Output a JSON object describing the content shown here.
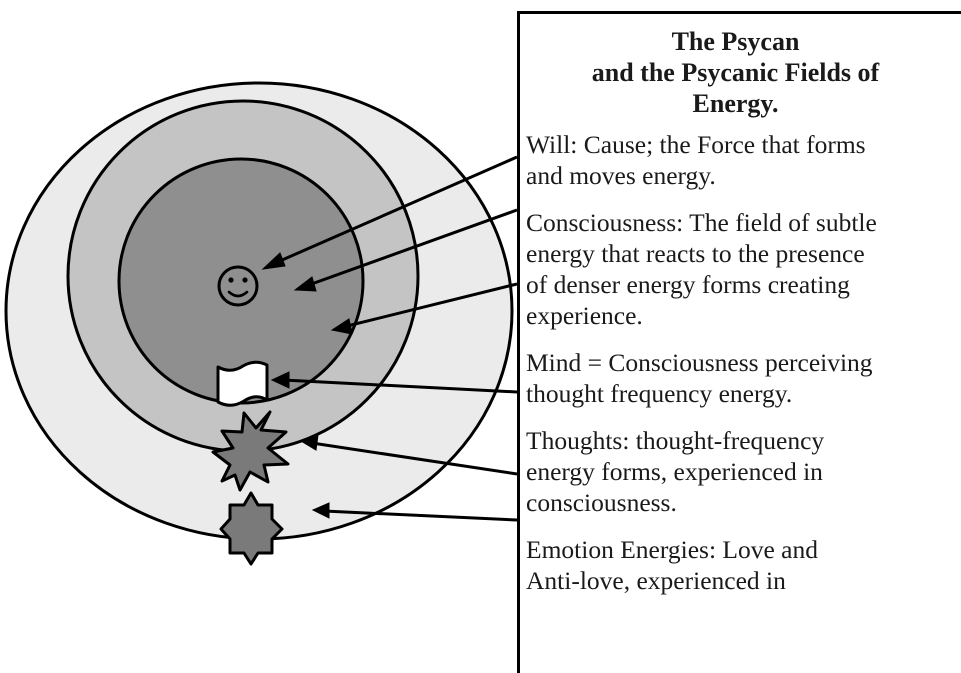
{
  "panel": {
    "title_lines": [
      "The Psycan",
      "and the Psycanic Fields of",
      "Energy."
    ],
    "entries": [
      {
        "id": "will",
        "lines": [
          "Will: Cause; the Force that forms",
          "and moves energy."
        ]
      },
      {
        "id": "consciousness",
        "lines": [
          "Consciousness: The field of subtle",
          "energy that reacts to the presence",
          "of denser energy forms creating",
          "experience."
        ]
      },
      {
        "id": "mind",
        "lines": [
          "Mind = Consciousness perceiving",
          "thought frequency energy."
        ]
      },
      {
        "id": "thoughts",
        "lines": [
          "Thoughts: thought-frequency",
          "energy forms, experienced in",
          "consciousness."
        ]
      },
      {
        "id": "emotion",
        "lines": [
          "Emotion Energies: Love and",
          "Anti-love, experienced in"
        ]
      }
    ]
  },
  "diagram": {
    "rings": [
      {
        "name": "outer-emotion-field",
        "fill": "#ebebeb"
      },
      {
        "name": "middle-thought-field",
        "fill": "#c4c4c4"
      },
      {
        "name": "inner-consciousness-field",
        "fill": "#8f8f8f"
      }
    ],
    "icons": [
      "smiley-face-icon",
      "wavy-flag-icon",
      "explosion-star-icon",
      "eight-point-star-icon"
    ],
    "colors": {
      "stroke": "#000000",
      "icon_fill": "#ffffff",
      "star_fill": "#7a7a7a"
    }
  }
}
